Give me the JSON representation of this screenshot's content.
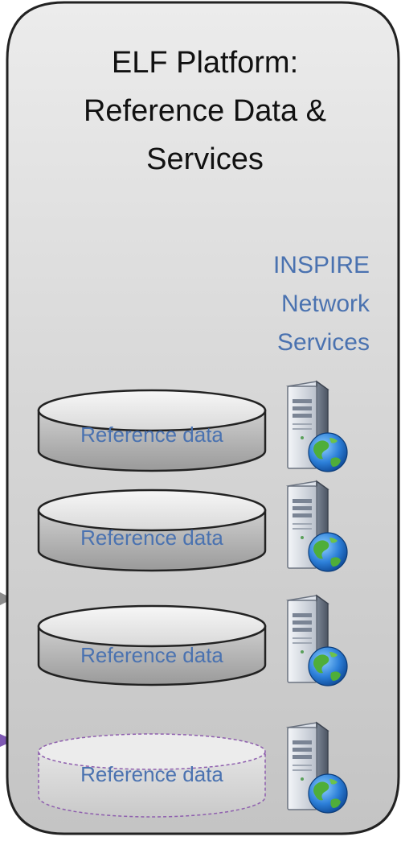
{
  "platform": {
    "title_lines": [
      "ELF Platform:",
      "Reference Data &",
      "Services"
    ]
  },
  "network_services": {
    "label_lines": [
      "INSPIRE",
      "Network",
      "Services"
    ]
  },
  "data_stores": [
    {
      "label": "Reference data",
      "style": "solid"
    },
    {
      "label": "Reference data",
      "style": "solid"
    },
    {
      "label": "Reference data",
      "style": "solid"
    },
    {
      "label": "Reference data",
      "style": "dashed"
    }
  ],
  "colors": {
    "panel_fill": "#d9d9d9",
    "panel_stroke": "#222222",
    "label_blue": "#4a72b0",
    "dashed_stroke": "#8e5eae",
    "arrow_gray": "#8c8c8c",
    "arrow_purple": "#7e58b3"
  },
  "icons": [
    "server-globe-icon",
    "server-globe-icon",
    "server-globe-icon",
    "server-globe-icon"
  ]
}
